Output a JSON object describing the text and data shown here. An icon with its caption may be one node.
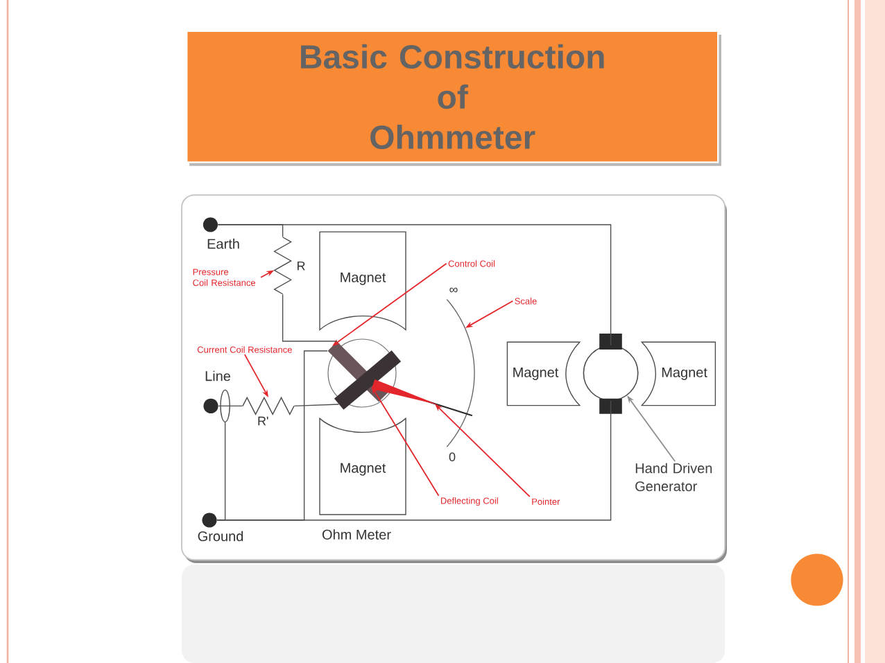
{
  "diagram": {
    "title": "Basic Construction of Ohmmeter",
    "nodes": [
      {
        "text": [
          "Magnet"
        ]
      },
      {
        "text": [
          "Pressure Coil Resistance"
        ]
      },
      {
        "text": [],
        "shape": "resistor",
        "beside": [
          "R"
        ]
      },
      {
        "text": [
          "Control Coil"
        ]
      },
      {
        "text": [],
        "shape": "bar"
      },
      {
        "text": [
          "Scale"
        ]
      },
      {
        "text": [],
        "shape": "arc",
        "beside": [
          "∞",
          "0"
        ]
      },
      {
        "text": [
          "Magnet"
        ]
      },
      {
        "text": [],
        "shape": "circle"
      },
      {
        "text": [
          "Magnet"
        ]
      },
      {
        "text": [
          "Current Coil Resistance"
        ]
      },
      {
        "text": [],
        "shape": "resistor",
        "beside": [
          "R'"
        ]
      },
      {
        "text": [],
        "shape": "bar"
      },
      {
        "text": [],
        "shape": "needle"
      },
      {
        "text": [
          "Magnet"
        ]
      },
      {
        "text": [
          "Hand Driven Generator"
        ]
      },
      {
        "text": [
          "Deflecting Coil"
        ]
      },
      {
        "text": [
          "Pointer"
        ]
      },
      {
        "text": [],
        "shape": "circle",
        "beside": [
          "Earth"
        ]
      },
      {
        "text": [],
        "shape": "circle"
      },
      {
        "text": [],
        "shape": "ring"
      },
      {
        "text": [],
        "shape": "circle",
        "beside": [
          "Ground"
        ]
      }
    ],
    "edges": [
      {
        "from": 1,
        "to": 2,
        "arrow": "to",
        "color": "#e3262b"
      },
      {
        "from": 3,
        "to": 4,
        "arrow": "to",
        "color": "#e3262b"
      },
      {
        "from": 5,
        "to": 6,
        "arrow": "to",
        "color": "#e3262b"
      },
      {
        "from": 10,
        "to": 11,
        "arrow": "to",
        "color": "#e3262b"
      },
      {
        "from": 16,
        "to": 12,
        "arrow": "to",
        "color": "#e3262b"
      },
      {
        "from": 17,
        "to": 13,
        "arrow": "to",
        "color": "#e3262b"
      },
      {
        "from": 15,
        "to": 8,
        "arrow": "to",
        "color": "#8c8c8c"
      },
      {
        "from": 18,
        "to": 2,
        "arrow": "none"
      },
      {
        "from": 18,
        "to": 8,
        "arrow": "none"
      },
      {
        "from": 2,
        "to": 4,
        "arrow": "none"
      },
      {
        "from": 19,
        "to": 11,
        "arrow": "none"
      },
      {
        "from": 11,
        "to": 12,
        "arrow": "none"
      },
      {
        "from": 20,
        "to": 21,
        "arrow": "none"
      },
      {
        "from": 21,
        "to": 8,
        "arrow": "none"
      },
      {
        "from": 4,
        "to": 21,
        "arrow": "none"
      }
    ],
    "labels": [
      "Line",
      "Ohm Meter"
    ]
  }
}
